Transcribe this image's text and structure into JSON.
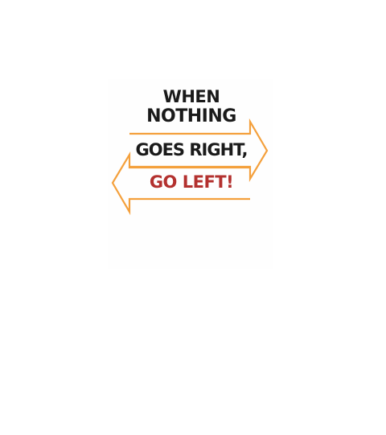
{
  "graphic": {
    "line1": "WHEN",
    "line2": "NOTHING",
    "line3": "GOES RIGHT,",
    "line4": "GO LEFT!"
  },
  "colors": {
    "text_dark": "#1a1a1a",
    "text_red": "#b3312f",
    "arrow_orange": "#f4a03c",
    "background": "#ffffff"
  }
}
